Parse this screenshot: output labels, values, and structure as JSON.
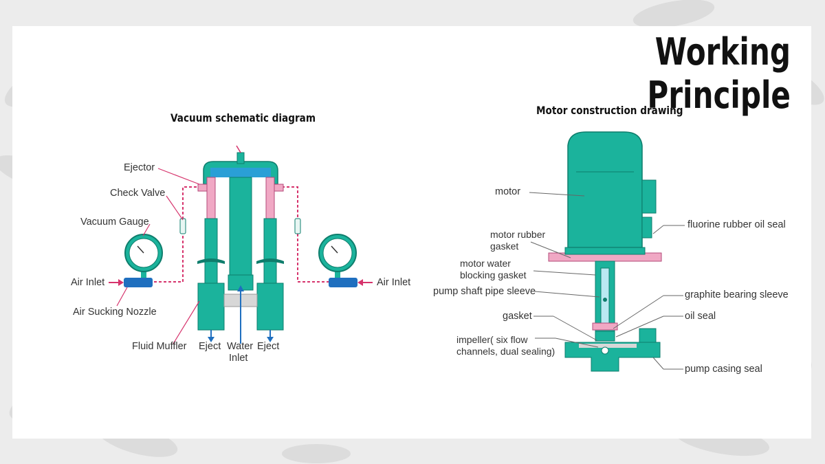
{
  "slide": {
    "title": "Working Principle"
  },
  "vacuum_diagram": {
    "subtitle": "Vacuum schematic diagram",
    "labels": {
      "ejector": "Ejector",
      "check_valve": "Check Valve",
      "vacuum_gauge": "Vacuum Gauge",
      "air_inlet_left": "Air Inlet",
      "air_inlet_right": "Air Inlet",
      "air_sucking_nozzle": "Air Sucking Nozzle",
      "fluid_muffler": "Fluid Muffler",
      "eject_left": "Eject",
      "water_inlet_1": "Water",
      "water_inlet_2": "Inlet",
      "eject_right": "Eject"
    }
  },
  "motor_drawing": {
    "subtitle": "Motor construction drawing",
    "labels": {
      "motor": "motor",
      "motor_rubber_gasket_1": "motor rubber",
      "motor_rubber_gasket_2": "gasket",
      "motor_water_blocking_1": "motor water",
      "motor_water_blocking_2": "blocking gasket",
      "pump_shaft_pipe_sleeve": "pump shaft pipe sleeve",
      "gasket": "gasket",
      "impeller_1": "impeller( six flow",
      "impeller_2": "channels, dual sealing)",
      "fluorine_rubber_oil_seal": "fluorine rubber oil seal",
      "graphite_bearing_sleeve": "graphite bearing sleeve",
      "oil_seal": "oil seal",
      "pump_casing_seal": "pump casing seal"
    }
  },
  "colors": {
    "teal": "#1bb39c",
    "teal_dark": "#0e7d6c",
    "pink": "#d6336c",
    "blue": "#1f6fbf",
    "pink_light": "#f0a8c4"
  }
}
